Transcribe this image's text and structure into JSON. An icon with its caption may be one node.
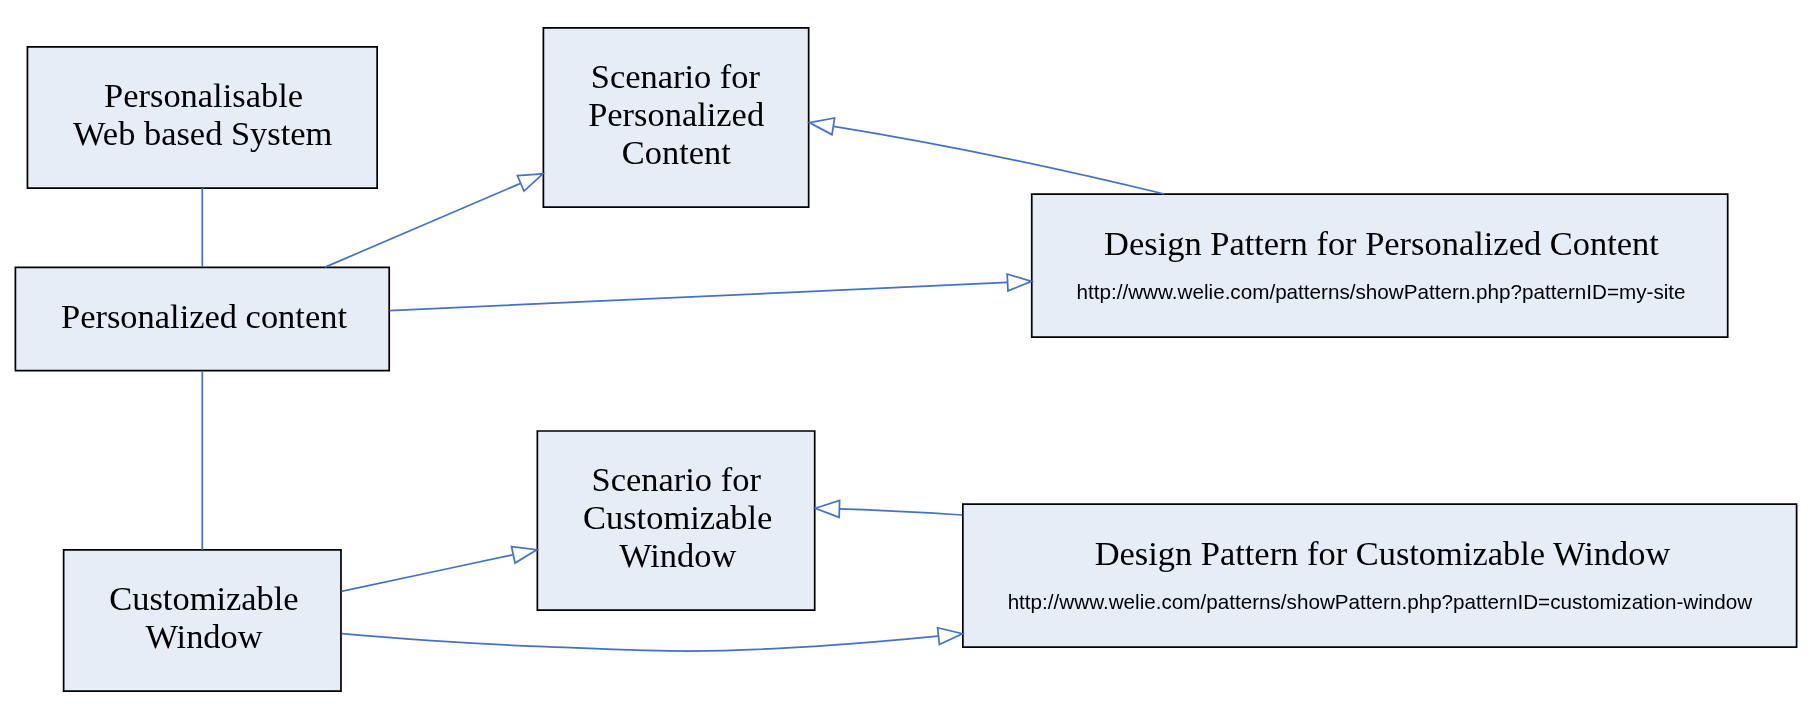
{
  "diagram": {
    "nodes": [
      {
        "text": [
          "Personalisable Web based System"
        ]
      },
      {
        "text": [
          "Personalized content"
        ]
      },
      {
        "text": [
          "Scenario for Personalized Content"
        ]
      },
      {
        "text": [
          "Design Pattern for Personalized Content",
          "http://www.welie.com/patterns/showPattern.php?patternID=my-site"
        ]
      },
      {
        "text": [
          "Customizable Window"
        ]
      },
      {
        "text": [
          "Scenario for Customizable Window"
        ]
      },
      {
        "text": [
          "Design Pattern for Customizable Window",
          "http://www.welie.com/patterns/showPattern.php?patternID=customization-window"
        ]
      }
    ],
    "edges": [
      {
        "from": 0,
        "to": 1,
        "arrow": "none"
      },
      {
        "from": 1,
        "to": 4,
        "arrow": "none"
      },
      {
        "from": 1,
        "to": 3,
        "arrow": "to"
      },
      {
        "from": 1,
        "to": 2,
        "arrow": "to"
      },
      {
        "from": 3,
        "to": 2,
        "arrow": "to"
      },
      {
        "from": 4,
        "to": 6,
        "arrow": "to"
      },
      {
        "from": 4,
        "to": 5,
        "arrow": "to"
      },
      {
        "from": 6,
        "to": 5,
        "arrow": "to"
      }
    ]
  }
}
